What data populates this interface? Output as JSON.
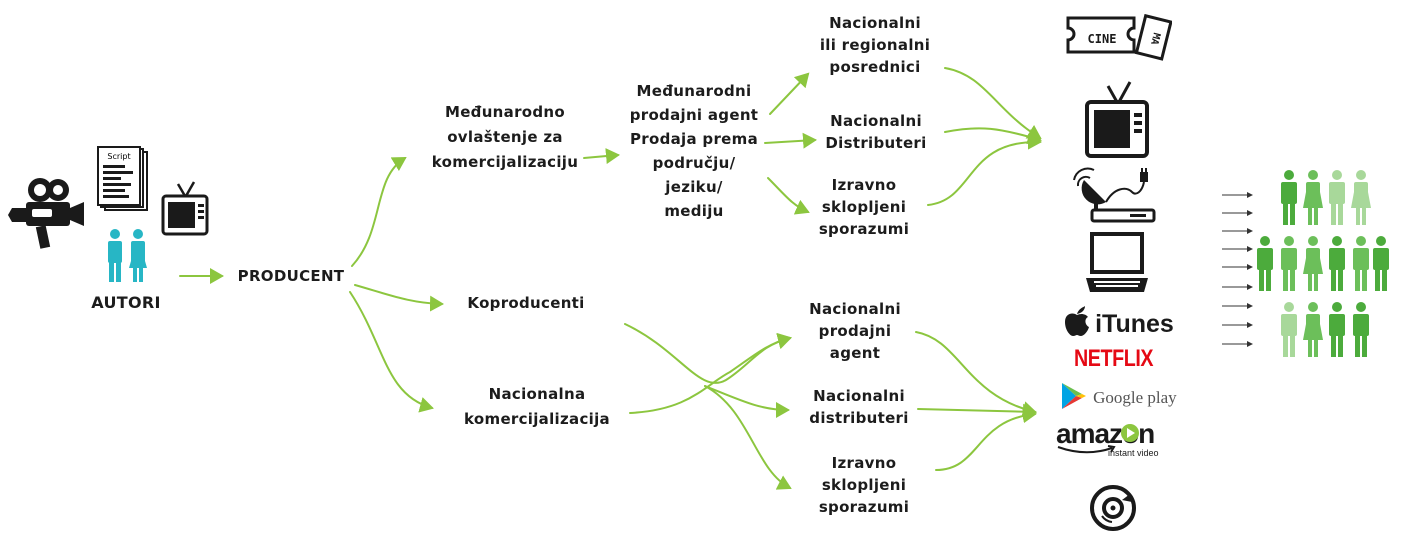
{
  "nodes": {
    "autori": "AUTORI",
    "producent": "PRODUCENT",
    "medunarodno_ovlastenje": "Međunarodno\novlaštenje za\nkomercijalizaciju",
    "koproducenti": "Koproducenti",
    "nacionalna_komercijalizacija": "Nacionalna\nkomercijalizacija",
    "medunarodni_agent": "Međunarodni\nprodajni agent\nProdaja prema\npodručju/\njeziku/\nmediju",
    "nac_posrednici": "Nacionalni\nili regionalni\nposrednici",
    "nac_distributeri_top": "Nacionalni\nDistributeri",
    "izravno_top": "Izravno\nsklopljeni\nsporazumi",
    "nac_prodajni_agent": "Nacionalni\nprodajni\nagent",
    "nac_distributeri_bottom": "Nacionalni\ndistributeri",
    "izravno_bottom": "Izravno\nsklopljeni\nsporazumi"
  },
  "icons": {
    "script_label": "Script",
    "cinema_ticket": "CINE",
    "cinema_ticket_stub": "MA",
    "itunes": "iTunes",
    "netflix": "NETFLIX",
    "google_play": "Google play",
    "amazon": "amazon",
    "amazon_sub": "instant video"
  },
  "colors": {
    "arrow": "#8cc63f",
    "teal": "#27b6c5",
    "dark": "#1a1a1a",
    "netflix": "#e50914",
    "green_dark": "#4cab3c",
    "green_mid": "#6cbf5a",
    "green_light": "#a8d89a"
  }
}
